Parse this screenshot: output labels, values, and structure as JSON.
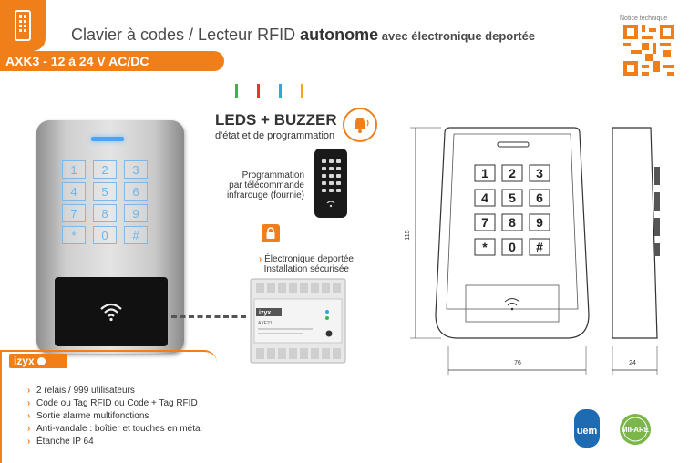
{
  "header": {
    "title_main": "Clavier à codes / Lecteur RFID ",
    "title_bold": "autonome",
    "title_small": " avec électronique deportée",
    "model": "AXK3 - 12 à 24 V AC/DC",
    "notice": "Notice technique"
  },
  "keypad": {
    "keys": [
      "1",
      "2",
      "3",
      "4",
      "5",
      "6",
      "7",
      "8",
      "9",
      "*",
      "0",
      "#"
    ]
  },
  "leds": {
    "colors": [
      "#3bb54a",
      "#e8362a",
      "#2aa8e0",
      "#f3a51c"
    ],
    "title": "LEDS + BUZZER",
    "subtitle": "d'état et de programmation"
  },
  "remote": {
    "label_lines": [
      "Programmation",
      "par télécommande",
      "infrarouge (fournie)"
    ]
  },
  "electronic": {
    "line1": "Électronique deportée",
    "line2": "Installation sécurisée",
    "module_brand": "izyx",
    "module_model": "AXE21"
  },
  "izyx": {
    "logo": "izyx",
    "features": [
      "2 relais / 999 utilisateurs",
      "Code ou Tag RFID ou Code + Tag RFID",
      "Sortie alarme multifonctions",
      "Anti-vandale : boîtier et touches en métal",
      "Étanche IP 64"
    ]
  },
  "dimensions": {
    "height": "115",
    "width": "76",
    "depth": "24"
  },
  "drawing_keys": [
    "1",
    "2",
    "3",
    "4",
    "5",
    "6",
    "7",
    "8",
    "9",
    "*",
    "0",
    "#"
  ],
  "logos": {
    "uem": "uem",
    "mifare": "MIFARE"
  },
  "colors": {
    "accent": "#f07f1a"
  }
}
